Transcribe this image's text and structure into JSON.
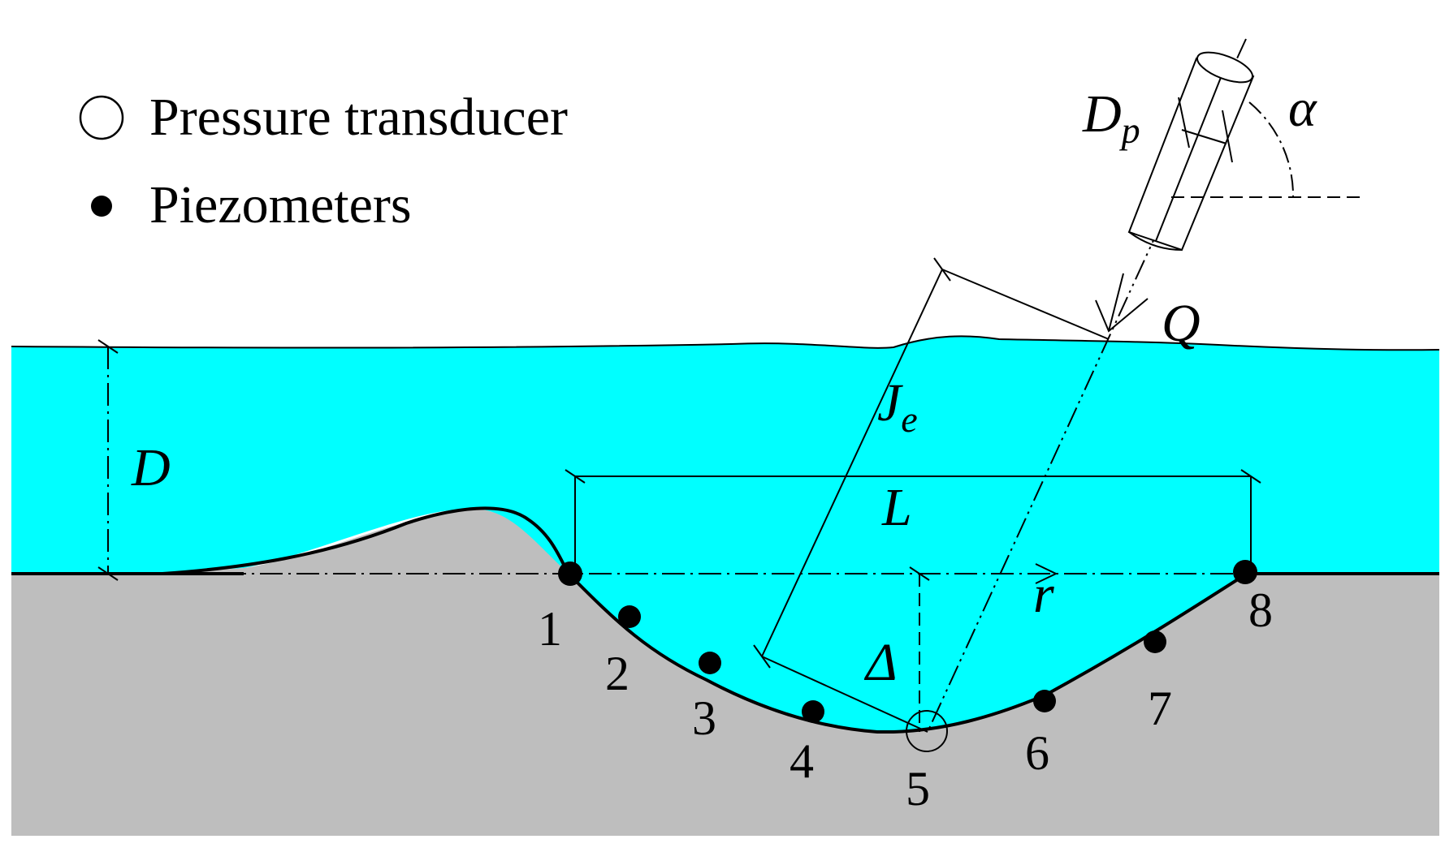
{
  "legend": {
    "transducer_label": "Pressure transducer",
    "piezometer_label": "Piezometers"
  },
  "symbols": {
    "D": "D",
    "Dp_main": "D",
    "Dp_sub": "p",
    "alpha": "α",
    "Q": "Q",
    "Je_main": "J",
    "Je_sub": "e",
    "L": "L",
    "r": "r",
    "delta": "Δ"
  },
  "points": [
    "1",
    "2",
    "3",
    "4",
    "5",
    "6",
    "7",
    "8"
  ],
  "colors": {
    "water": "#00ffff",
    "sediment": "#bebebe",
    "line": "#000000"
  }
}
